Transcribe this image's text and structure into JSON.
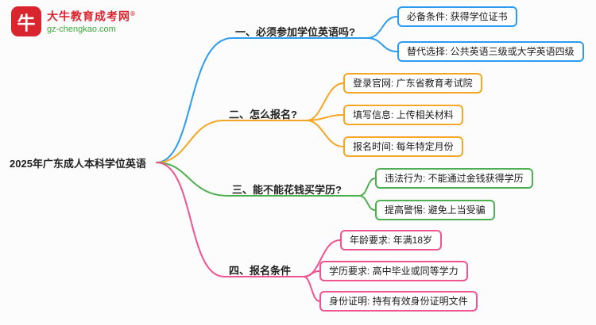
{
  "logo": {
    "site_name": "大牛教育成考网",
    "registered_mark": "®",
    "site_url": "gz-chengkao.com",
    "icon_glyph": "牛",
    "brand_color": "#d9252d",
    "url_color": "#3baa3b"
  },
  "root": {
    "label": "2025年广东成人本科学位英语"
  },
  "colors": {
    "branch1": "#2b9cf2",
    "branch2": "#f6a623",
    "branch3": "#4caf50",
    "branch4": "#f0548f"
  },
  "branches": [
    {
      "label": "一、必须参加学位英语吗?",
      "color": "#2b9cf2",
      "children": [
        "必备条件: 获得学位证书",
        "替代选择: 公共英语三级或大学英语四级"
      ]
    },
    {
      "label": "二、怎么报名?",
      "color": "#f6a623",
      "children": [
        "登录官网: 广东省教育考试院",
        "填写信息: 上传相关材料",
        "报名时间: 每年特定月份"
      ]
    },
    {
      "label": "三、能不能花钱买学历?",
      "color": "#4caf50",
      "children": [
        "违法行为: 不能通过金钱获得学历",
        "提高警惕: 避免上当受骗"
      ]
    },
    {
      "label": "四、报名条件",
      "color": "#f0548f",
      "children": [
        "年龄要求: 年满18岁",
        "学历要求: 高中毕业或同等学力",
        "身份证明: 持有有效身份证明文件"
      ]
    }
  ]
}
